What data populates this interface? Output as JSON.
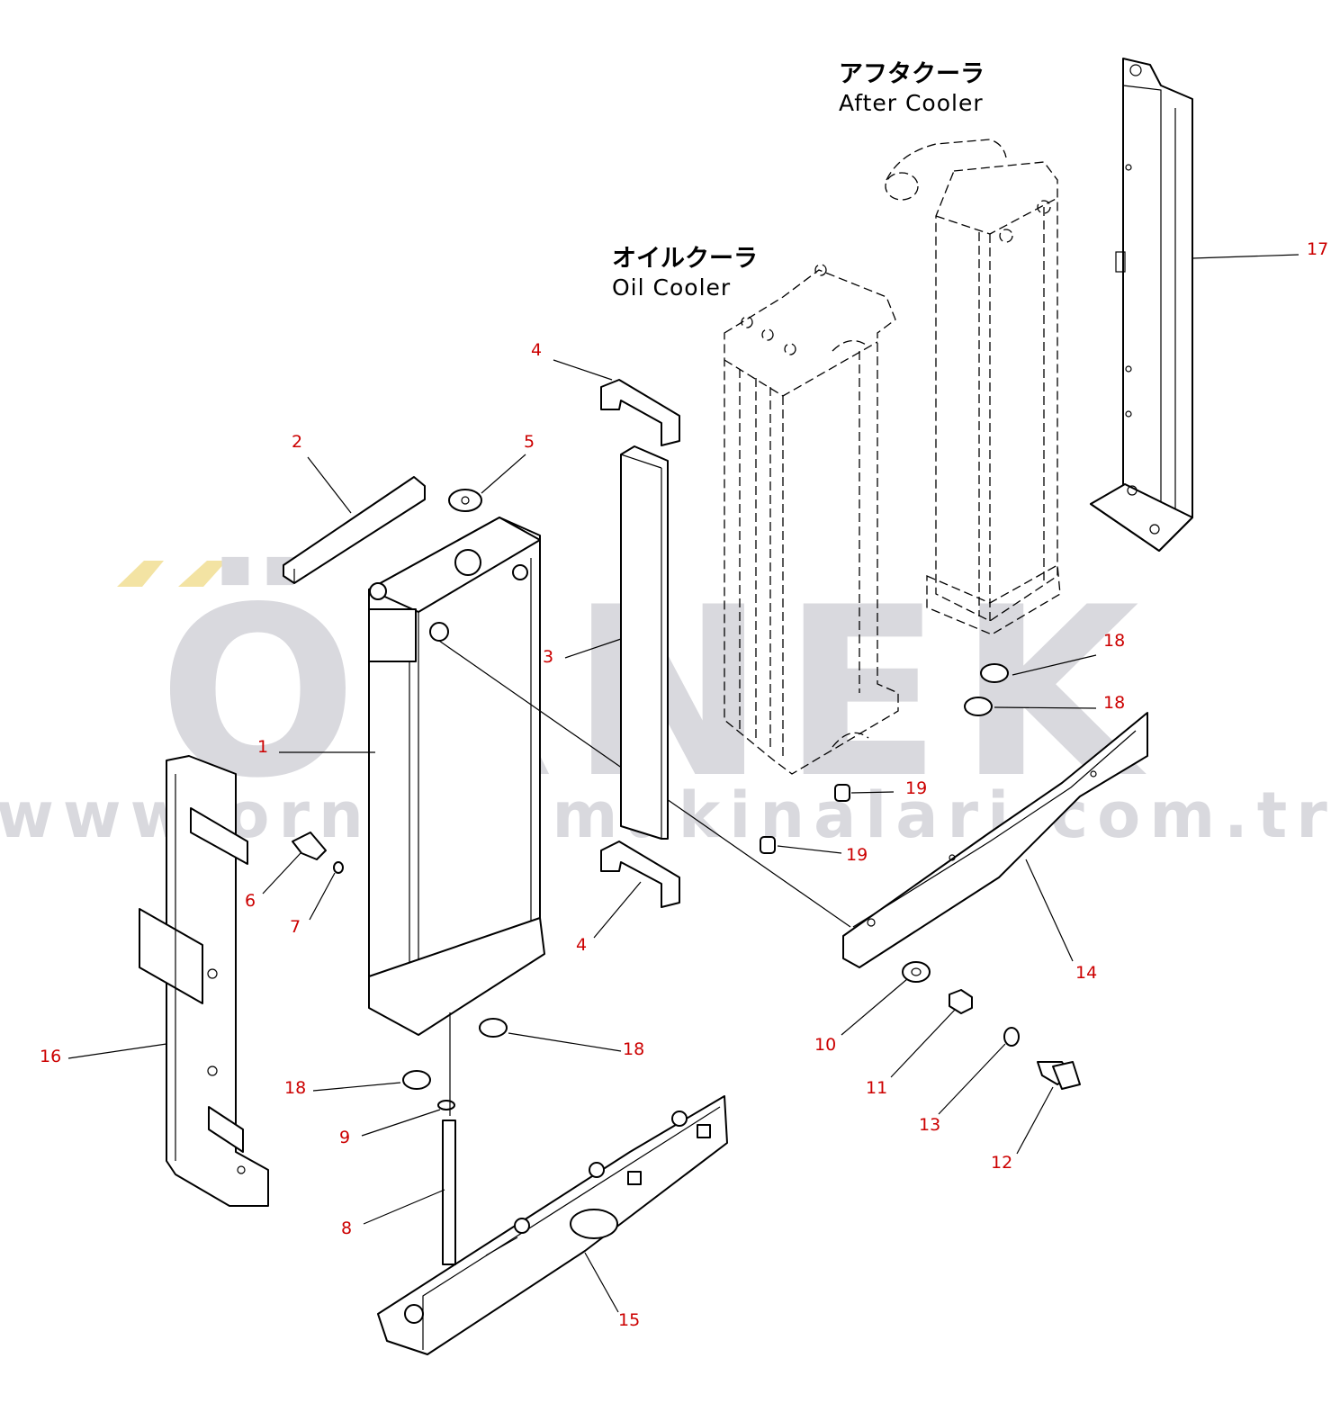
{
  "watermark": {
    "brand": "ÖRNEK",
    "url": "www.ornekismakinalari.com.tr",
    "text_color": "#d9d9de",
    "accent_color": "#f3e3a3"
  },
  "captions": {
    "after_cooler_jp": "アフタクーラ",
    "after_cooler_en": "After Cooler",
    "oil_cooler_jp": "オイルクーラ",
    "oil_cooler_en": "Oil Cooler"
  },
  "callout_color": "#cc0000",
  "callouts": [
    "1",
    "2",
    "3",
    "4",
    "4",
    "5",
    "6",
    "7",
    "8",
    "9",
    "10",
    "11",
    "12",
    "13",
    "14",
    "15",
    "16",
    "17",
    "18",
    "18",
    "18",
    "18",
    "19",
    "19"
  ],
  "icons": {
    "radiator": "radiator-core-icon",
    "oil_cooler": "oil-cooler-icon",
    "after_cooler": "after-cooler-icon"
  }
}
